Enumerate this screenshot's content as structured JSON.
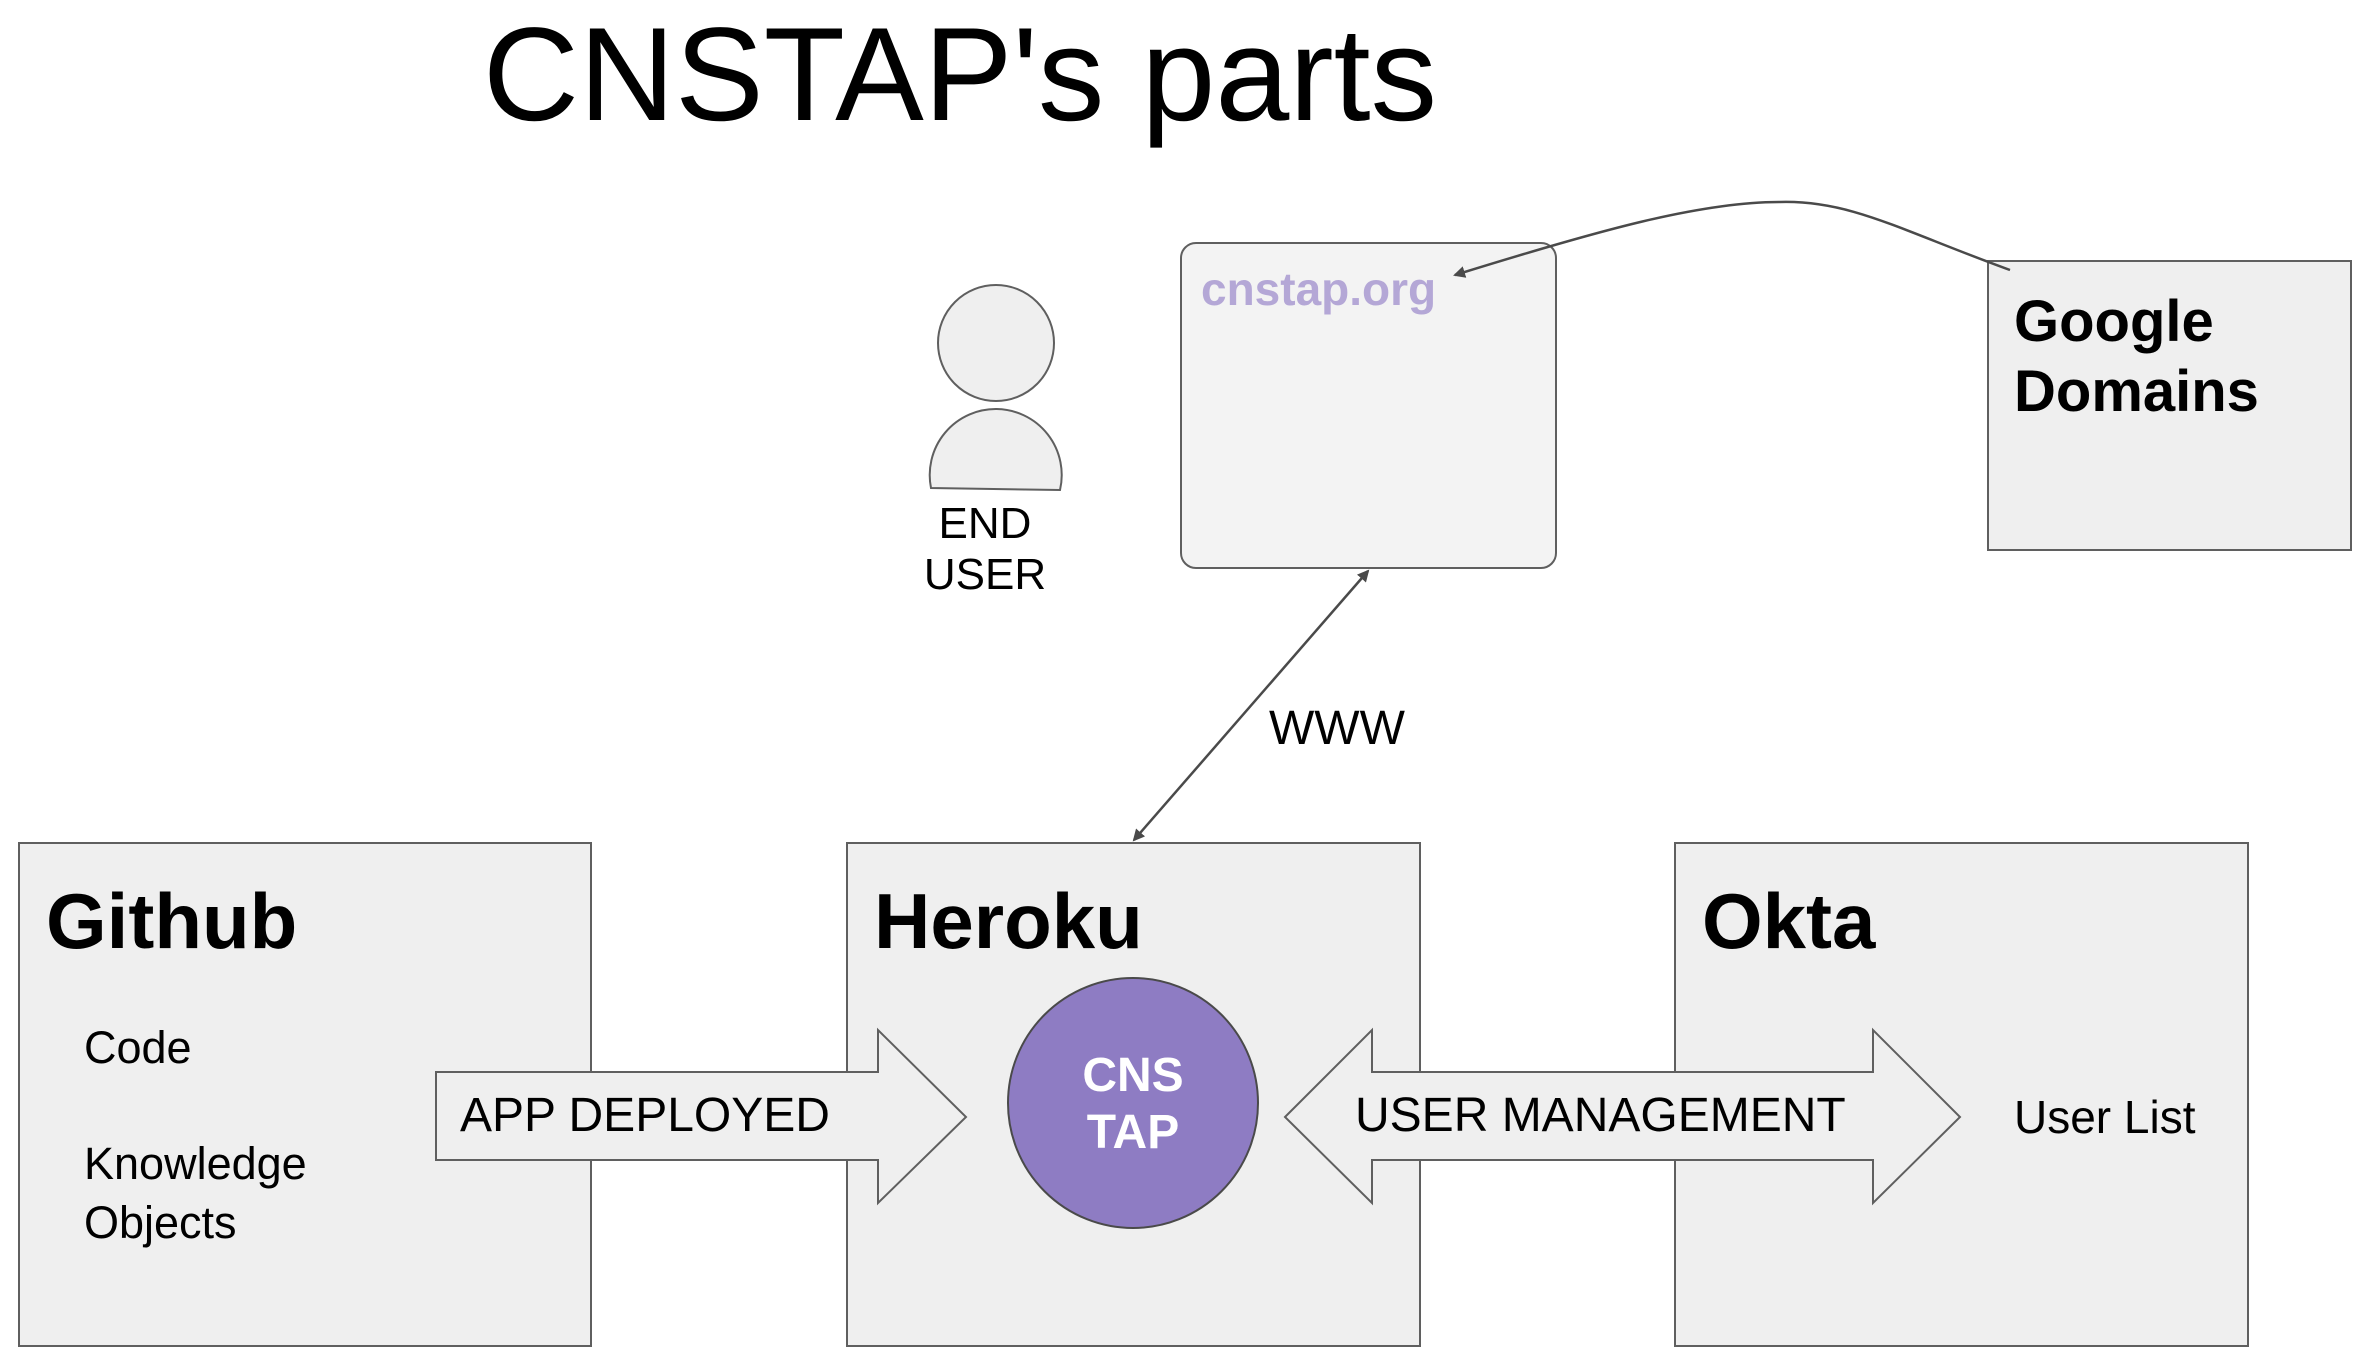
{
  "title": "CNSTAP's parts",
  "end_user": {
    "line1": "END",
    "line2": "USER"
  },
  "site": {
    "label": "cnstap.org"
  },
  "google": {
    "line1": "Google",
    "line2": "Domains"
  },
  "www_label": "WWW",
  "github": {
    "heading": "Github",
    "item1": "Code",
    "item2_line1": "Knowledge",
    "item2_line2": "Objects"
  },
  "heroku": {
    "heading": "Heroku",
    "circle_line1": "CNS",
    "circle_line2": "TAP"
  },
  "okta": {
    "heading": "Okta",
    "item1": "User List"
  },
  "arrows": {
    "deploy_label": "APP DEPLOYED",
    "user_mgmt_label": "USER MANAGEMENT"
  },
  "colors": {
    "box_fill": "#efefef",
    "border": "#5f5f5f",
    "circle_fill": "#8e7cc3",
    "site_text": "#b4a7d6"
  }
}
